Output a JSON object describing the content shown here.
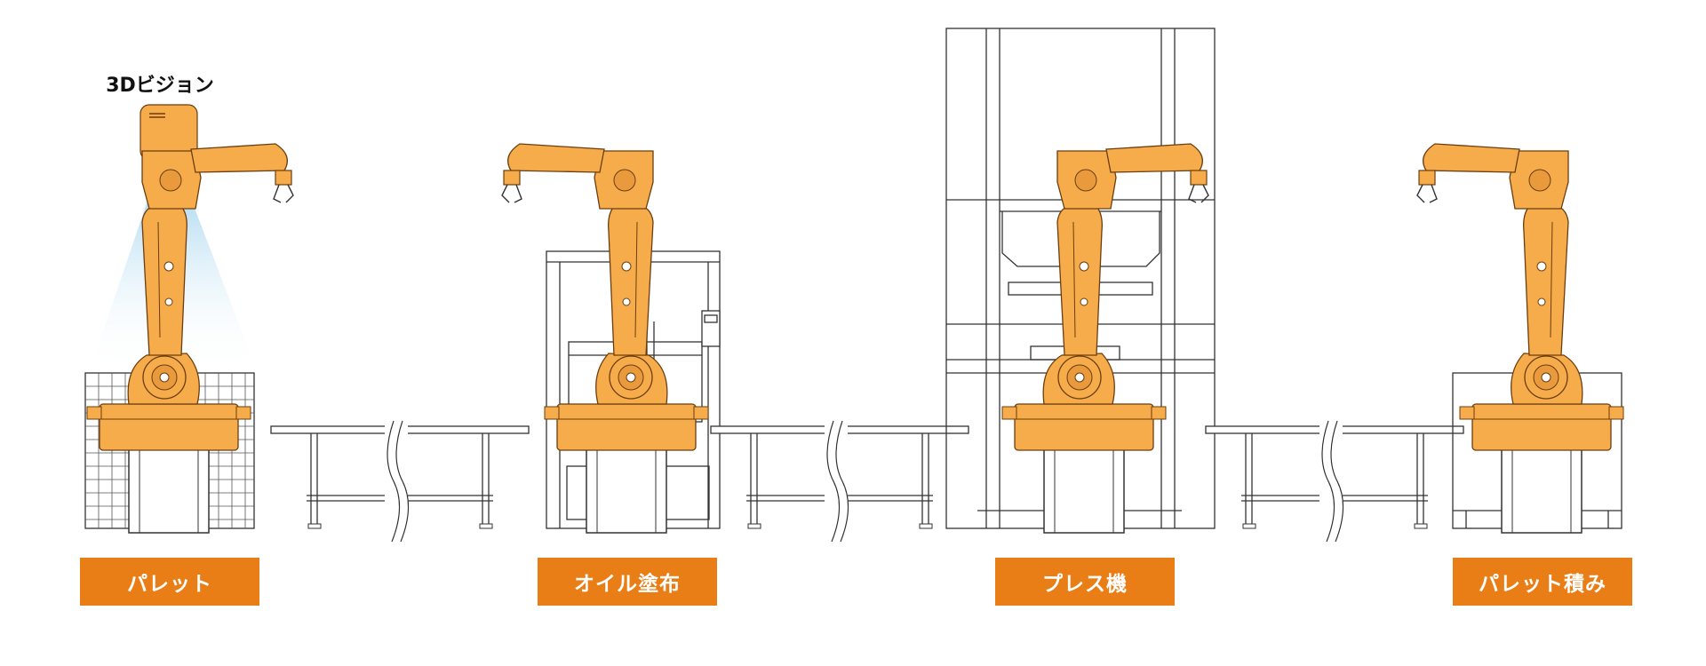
{
  "vision": {
    "title": "3Dビジョン"
  },
  "stations": [
    {
      "label": "パレット"
    },
    {
      "label": "オイル塗布"
    },
    {
      "label": "プレス機"
    },
    {
      "label": "パレット積み"
    }
  ],
  "colors": {
    "accent": "#e97e17",
    "robot": "#f6ac4a",
    "line": "#333333",
    "beam": "#a6d6ef"
  }
}
